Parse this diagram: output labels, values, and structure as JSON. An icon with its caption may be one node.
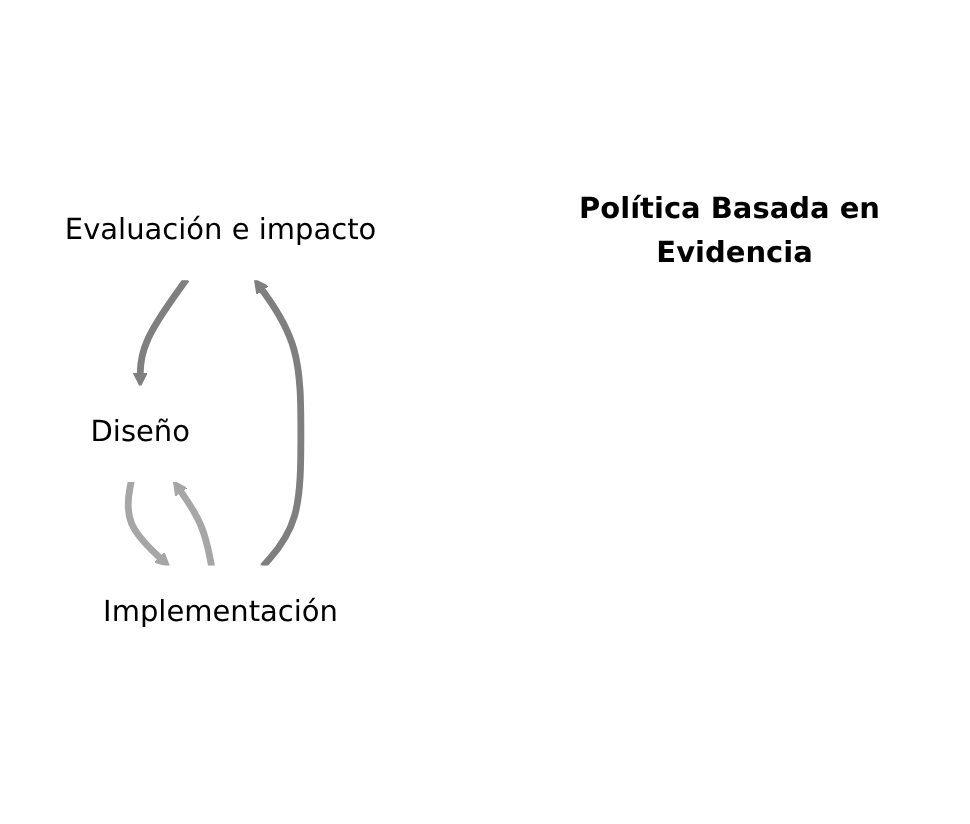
{
  "diagram": {
    "nodes": [
      {
        "text": [
          "Evaluación e impacto"
        ]
      },
      {
        "text": [
          "Diseño"
        ]
      },
      {
        "text": [
          "Política Basada en Evidencia"
        ]
      },
      {
        "text": [
          "Implementación"
        ]
      }
    ],
    "edges": [
      {
        "from": 0,
        "to": 1,
        "arrow": "to"
      },
      {
        "from": 1,
        "to": 3,
        "arrow": "to",
        "color": "#a6a6a6"
      },
      {
        "from": 3,
        "to": 1,
        "arrow": "to",
        "color": "#a6a6a6"
      },
      {
        "from": 3,
        "to": 0,
        "arrow": "to"
      }
    ]
  }
}
